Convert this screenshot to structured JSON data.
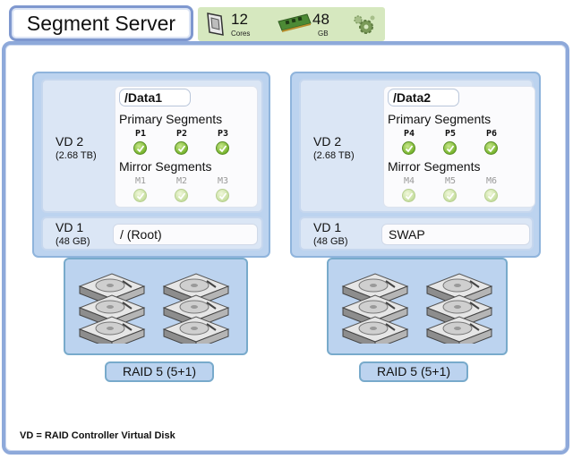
{
  "header": {
    "title": "Segment Server",
    "cores_value": "12",
    "cores_unit": "Cores",
    "memory_value": "48",
    "memory_unit": "GB"
  },
  "servers": [
    {
      "vd2_label": "VD 2",
      "vd2_size": "(2.68 TB)",
      "data_path": "/Data1",
      "primary_heading": "Primary Segments",
      "primary": [
        "P1",
        "P2",
        "P3"
      ],
      "mirror_heading": "Mirror Segments",
      "mirror": [
        "M1",
        "M2",
        "M3"
      ],
      "vd1_label": "VD 1",
      "vd1_size": "(48 GB)",
      "mount": "/ (Root)",
      "raid": "RAID 5 (5+1)"
    },
    {
      "vd2_label": "VD 2",
      "vd2_size": "(2.68 TB)",
      "data_path": "/Data2",
      "primary_heading": "Primary Segments",
      "primary": [
        "P4",
        "P5",
        "P6"
      ],
      "mirror_heading": "Mirror Segments",
      "mirror": [
        "M4",
        "M5",
        "M6"
      ],
      "vd1_label": "VD 1",
      "vd1_size": "(48 GB)",
      "mount": "SWAP",
      "raid": "RAID 5 (5+1)"
    }
  ],
  "footnote": "VD = RAID Controller Virtual Disk",
  "colors": {
    "frame_border": "#8ea9da",
    "column_fill": "#bcd3ef",
    "spec_strip": "#d6e8bf",
    "segment_active": "#78b52e",
    "segment_mirror": "#c7dfa0"
  }
}
